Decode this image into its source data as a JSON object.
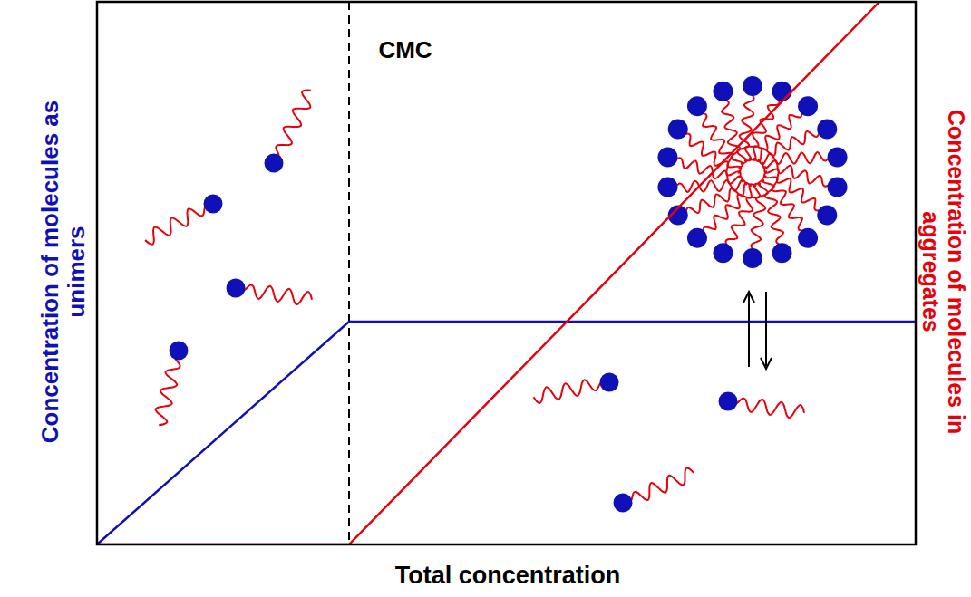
{
  "diagram": {
    "labels": [
      "CMC",
      "Concentration of molecules as unimers",
      "Concentration of molecules in aggregates",
      "Total concentration"
    ]
  }
}
